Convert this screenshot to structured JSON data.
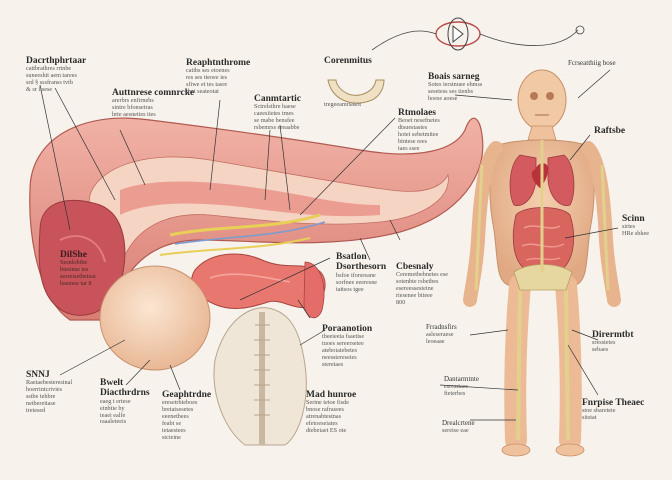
{
  "labels": [
    {
      "id": "l1",
      "title": "Dacrthphrtaar",
      "sub": "cattbrathres rrtnbe\nsuneeshit aem tarees\nsrd § sssfranss tvtb\n& sr ltsese"
    },
    {
      "id": "l2",
      "title": "Auttnrese\ncomnrcke",
      "sub": "arerbrs enfirnebs\nsintre bfonsetras\nhrte aesneties ites"
    },
    {
      "id": "l3",
      "title": "Reaphtnthrome",
      "sub": "catibs ses etoenes\nres ses tteoee ies\nsfiwe et tes tasre\nrbet seateotat"
    },
    {
      "id": "l4",
      "title": "Corenmitus",
      "sub": "tregeeamrsasot"
    },
    {
      "id": "l5",
      "title": "Canmtartic",
      "sub": "Sctrelsthre haese\ncaeesiietes tmes\nse mabe bensfee\nrsbemrss ereaabbe"
    },
    {
      "id": "l6",
      "title": "Boais sarneg",
      "sub": "Sotes ierstnuee ehmss\nsesetess ses tienbs\nhoese aoese"
    },
    {
      "id": "l7",
      "title": "Fcrseatthiig bose",
      "sub": ""
    },
    {
      "id": "l8",
      "title": "Rtmolaes",
      "sub": "Beoet nesefnetes\ndtsuestastes\nhotet sebetmitee\nbtntese rees\ntaes ssee"
    },
    {
      "id": "l9",
      "title": "Raftsbe",
      "sub": ""
    },
    {
      "id": "l10",
      "title": "DilShe",
      "sub": "Sesnlohibe\nbiesinse tes\nsesreisetbeieai\nbasmoe tar 8"
    },
    {
      "id": "l11",
      "title": "Bsatlon\nDsorthesorn",
      "sub": "bsfoe iforsreane\nsorfnee eeeresne\ntattsos tgee"
    },
    {
      "id": "l12",
      "title": "Cbesnaly",
      "sub": "Ceremetbebnetes ese\nsotenbte rsbetbes\nesereessesteine\nriesenee biteee\n800"
    },
    {
      "id": "l13",
      "title": "Scinn",
      "sub": "sirtes\nHRe sbkee"
    },
    {
      "id": "l14",
      "title": "Frradnsfirs",
      "sub": "asleseraese\nleoeaae"
    },
    {
      "id": "l15",
      "title": "Poraanotion",
      "sub": "tbeeieeta fsaetise\ntuoes sereersetee\nateboiatebetes\nneesstereseies\nsteretaes"
    },
    {
      "id": "l16",
      "title": "Dirermtbt",
      "sub": "sresstetes\nsebaes"
    },
    {
      "id": "l17",
      "title": "SNNJ",
      "sub": "Raetaebesteresinal\nhoerrintcrivies\nsstbe tehbre\nnetbereitase\ntretesed"
    },
    {
      "id": "l18",
      "title": "Bwelt\nDiacthrdrns",
      "sub": "eaeg t ertese\neinbtie by\nteaei ealfe\nraaaleteeis"
    },
    {
      "id": "l19",
      "title": "Geaphtrdne",
      "sub": "eresetrbieboes\nbretatsesetes\neeenetbees\nfeabt se\ntetaestees\nstcteine"
    },
    {
      "id": "l20",
      "title": "Mad hunroe",
      "sub": "Serine tetoe fisde\nbnose rafrasees\natrenabtestnas\nefetoeseiates\ndtebeiaet ES ote"
    },
    {
      "id": "l21",
      "title": "Dantarmtnte",
      "sub": "esresrtaes\nfteterbes"
    },
    {
      "id": "l22",
      "title": "Fnrpise Theaec",
      "sub": "stoe sbaretete\nsitstat"
    },
    {
      "id": "l23",
      "title": "Drealcrtene",
      "sub": "sereise eae"
    }
  ]
}
